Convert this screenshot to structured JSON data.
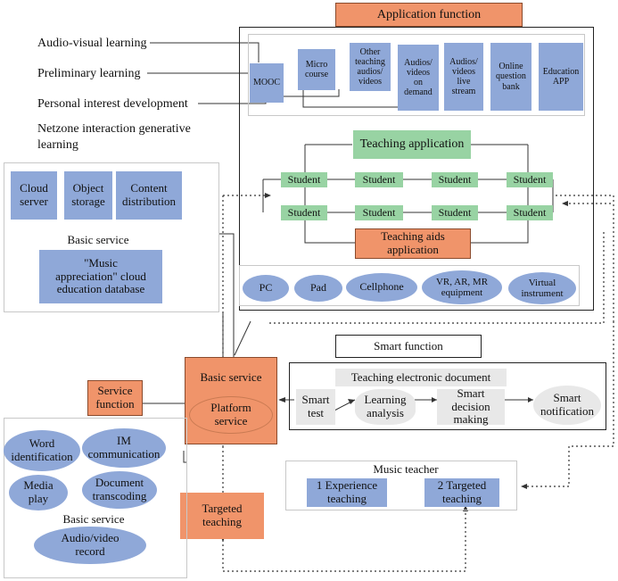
{
  "left_labels": [
    "Audio-visual learning",
    "Preliminary learning",
    "Personal interest development",
    "Netzone interaction generative\nlearning"
  ],
  "application_function": {
    "title": "Application function",
    "resources": [
      "MOOC",
      "Micro\ncourse",
      "Other\nteaching\naudios/\nvideos",
      "Audios/\nvideos\non\ndemand",
      "Audios/\nvideos\nlive\nstream",
      "Online\nquestion\nbank",
      "Education\nAPP"
    ],
    "teaching_application": "Teaching application",
    "students": [
      "Student",
      "Student",
      "Student",
      "Student",
      "Student",
      "Student",
      "Student",
      "Student"
    ],
    "teaching_aids": "Teaching aids\napplication",
    "devices": [
      "PC",
      "Pad",
      "Cellphone",
      "VR, AR, MR\nequipment",
      "Virtual\ninstrument"
    ]
  },
  "basic_service_top": {
    "items": [
      "Cloud\nserver",
      "Object\nstorage",
      "Content\ndistribution"
    ],
    "label": "Basic service",
    "database": "\"Music\nappreciation\" cloud\neducation  database"
  },
  "smart_function": {
    "title": "Smart function",
    "doc": "Teaching electronic document",
    "steps": [
      "Smart\ntest",
      "Learning\nanalysis",
      "Smart decision\nmaking",
      "Smart\nnotification"
    ]
  },
  "platform": {
    "basic_service": "Basic service",
    "platform_service": "Platform\nservice",
    "service_function": "Service\nfunction",
    "targeted_teaching": "Targeted\nteaching"
  },
  "basic_service_bottom": {
    "items": [
      "Word\nidentification",
      "IM\ncommunication",
      "Media\nplay",
      "Document\ntranscoding"
    ],
    "label": "Basic service",
    "record": "Audio/video\nrecord"
  },
  "music_teacher": {
    "title": "Music teacher",
    "items": [
      "1 Experience\nteaching",
      "2 Targeted\nteaching"
    ]
  }
}
